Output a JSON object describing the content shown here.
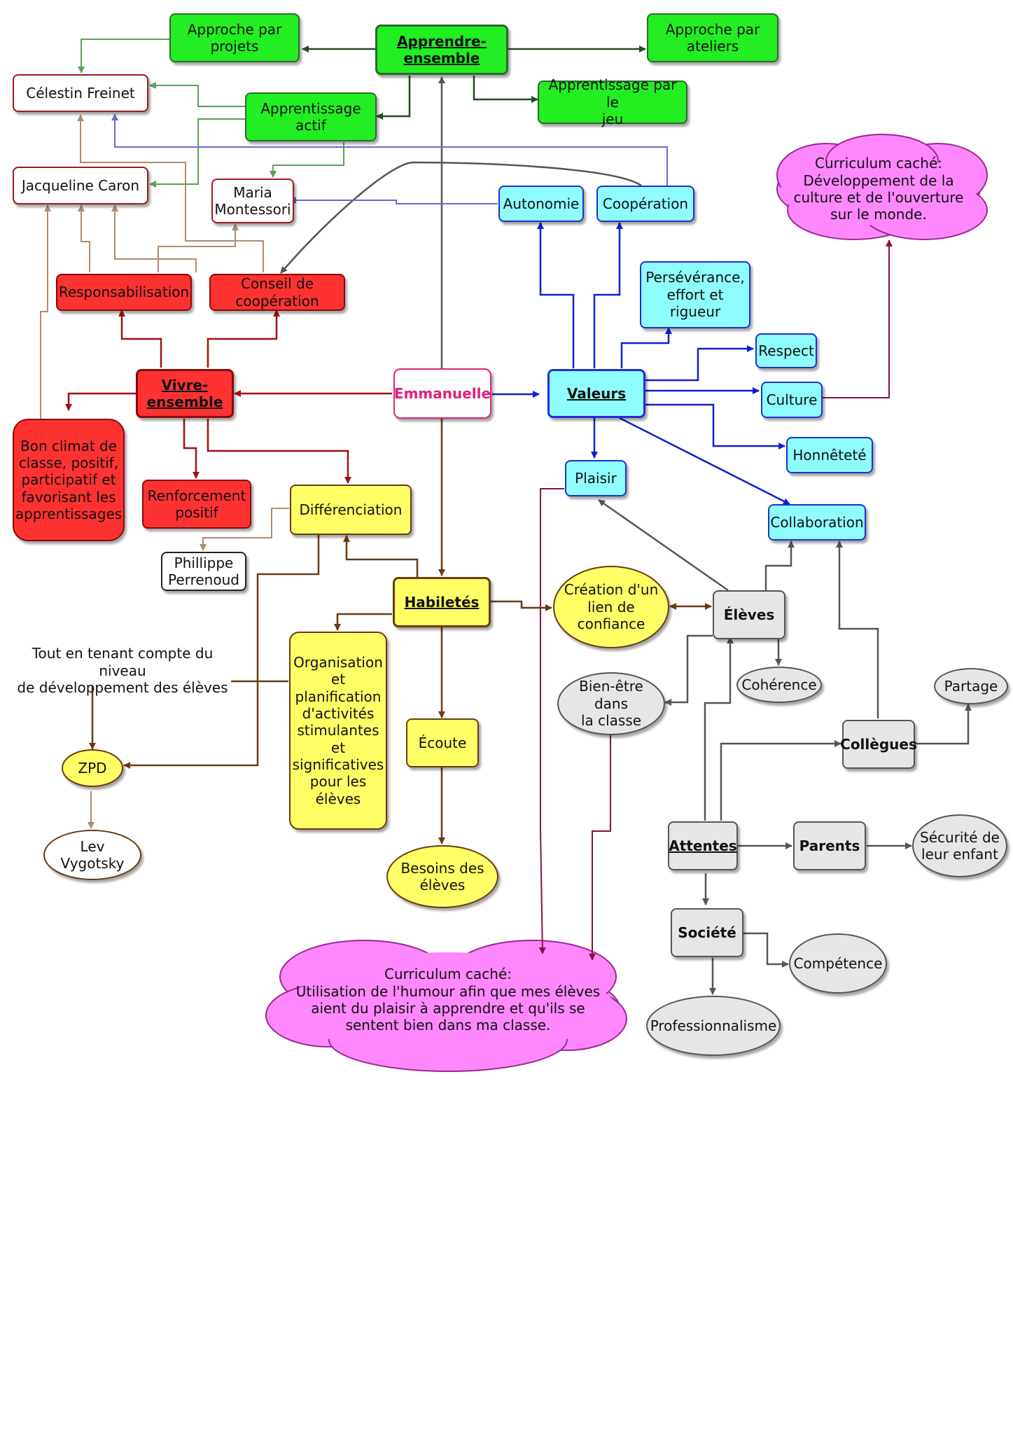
{
  "colors": {
    "green": "#22ee22",
    "red": "#ff3232",
    "cyan": "#8ffdfd",
    "yellow": "#ffff66",
    "grey": "#e6e6e6",
    "pink": "#ff88ff",
    "center": "#e0217a"
  },
  "nodes": {
    "emmanuelle": "Emmanuelle",
    "apprendre": "Apprendre-\nensemble",
    "approche_projets": "Approche par\nprojets",
    "approche_ateliers": "Approche par\nateliers",
    "apprentissage_actif": "Apprentissage\nactif",
    "apprentissage_jeu": "Apprentissage par le\njeu",
    "freinet": "Célestin Freinet",
    "caron": "Jacqueline Caron",
    "montessori": "Maria\nMontessori",
    "vivre": "Vivre-\nensemble",
    "responsabilisation": "Responsabilisation",
    "conseil": "Conseil de\ncoopération",
    "bon_climat": "Bon climat de\nclasse, positif,\nparticipatif et\nfavorisant les\napprentissages",
    "renforcement": "Renforcement\npositif",
    "differenciation": "Différenciation",
    "perrenoud": "Phillippe\nPerrenoud",
    "habiletes": "Habiletés",
    "organisation": "Organisation\net\nplanification\nd'activités\nstimulantes\net\nsignificatives\npour les\nélèves",
    "ecoute": "Écoute",
    "besoins": "Besoins des\nélèves",
    "tout_en": "Tout en tenant compte du niveau\nde développement des élèves",
    "zpd": "ZPD",
    "vygotsky": "Lev Vygotsky",
    "valeurs": "Valeurs",
    "autonomie": "Autonomie",
    "cooperation": "Coopération",
    "perseverance": "Persévérance,\neffort et\nrigueur",
    "respect": "Respect",
    "culture": "Culture",
    "honnetete": "Honnêteté",
    "plaisir": "Plaisir",
    "collaboration": "Collaboration",
    "curriculum_top": "Curriculum caché:\nDéveloppement de la\nculture et de l'ouverture\nsur le monde.",
    "creation": "Création d'un\nlien de\nconfiance",
    "eleves": "Élèves",
    "coherence": "Cohérence",
    "bien_etre": "Bien-être dans\nla classe",
    "partage": "Partage",
    "collegues": "Collègues",
    "attentes": "Attentes",
    "parents": "Parents",
    "securite": "Sécurité de\nleur enfant",
    "societe": "Société",
    "competence": "Compétence",
    "professionnalisme": "Professionnalisme",
    "curriculum_bottom": "Curriculum caché:\nUtilisation de l'humour afin que mes élèves\naient du plaisir à apprendre et qu'ils se\nsentent bien dans ma classe."
  }
}
